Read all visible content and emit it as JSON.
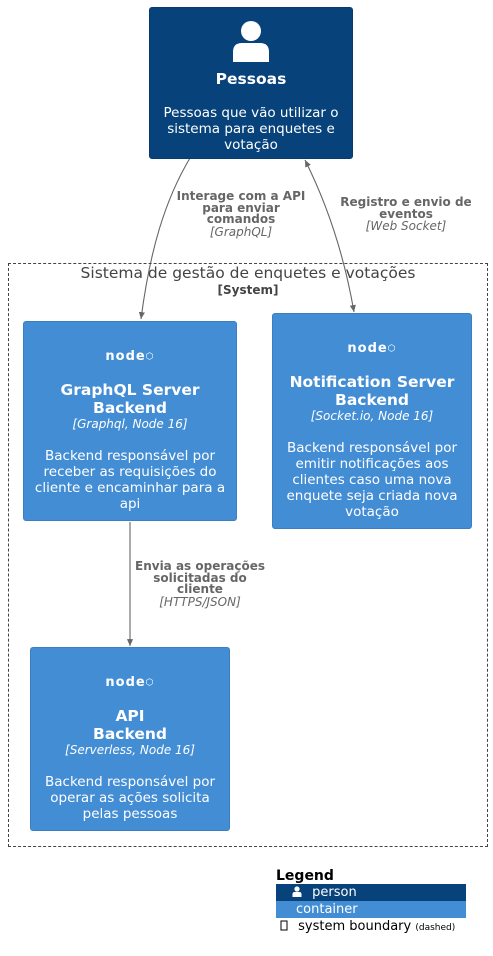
{
  "person": {
    "title": "Pessoas",
    "desc_lines": [
      "Pessoas que vão utilizar o",
      "sistema para enquetes e",
      "votação"
    ]
  },
  "boundary": {
    "title": "Sistema de gestão de enquetes e votações",
    "tag": "[System]"
  },
  "containers": {
    "graphql": {
      "logo": "node",
      "title_lines": [
        "GraphQL Server",
        "Backend"
      ],
      "tech": "[Graphql, Node 16]",
      "desc_lines": [
        "Backend responsável por",
        "receber as requisições do",
        "cliente e encaminhar para a",
        "api"
      ]
    },
    "notification": {
      "logo": "node",
      "title_lines": [
        "Notification Server",
        "Backend"
      ],
      "tech": "[Socket.io, Node 16]",
      "desc_lines": [
        "Backend responsável por",
        "emitir notificações aos",
        "clientes caso uma nova",
        "enquete seja criada nova",
        "votação"
      ]
    },
    "api": {
      "logo": "node",
      "title_lines": [
        "API",
        "Backend"
      ],
      "tech": "[Serverless, Node 16]",
      "desc_lines": [
        "Backend responsável por",
        "operar as ações solicita",
        "pelas pessoas"
      ]
    }
  },
  "edges": {
    "interage": {
      "label_lines": [
        "Interage com a API",
        "para enviar",
        "comandos"
      ],
      "tech": "[GraphQL]"
    },
    "registro": {
      "label_lines": [
        "Registro e envio de",
        "eventos"
      ],
      "tech": "[Web Socket]"
    },
    "envia": {
      "label_lines": [
        "Envia as operações",
        "solicitadas do",
        "cliente"
      ],
      "tech": "[HTTPS/JSON]"
    }
  },
  "legend": {
    "title": "Legend",
    "person": "person",
    "container": "container",
    "boundary": "system boundary",
    "boundary_note": "(dashed)"
  },
  "colors": {
    "person": "#08427b",
    "container": "#438dd5",
    "edge": "#666666",
    "boundary": "#444444"
  },
  "icons": {
    "person": "person-icon",
    "container_logo": "nodejs-logo",
    "legend_person": "person-icon",
    "legend_boundary": "boundary-icon"
  }
}
